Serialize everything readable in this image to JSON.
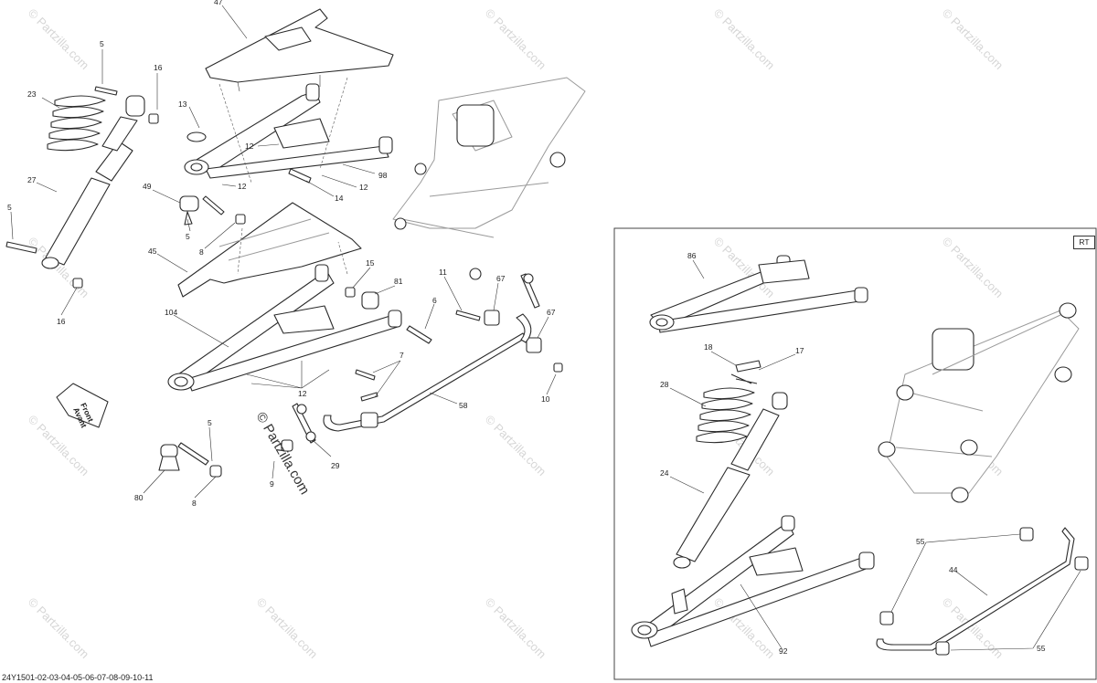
{
  "diagram": {
    "document_code": "24Y1501-02-03-04-05-06-07-08-09-10-11",
    "inset_tag": "RT",
    "front_arrow": {
      "line1": "Front",
      "line2": "Avant"
    },
    "watermark_text": "© Partzilla.com",
    "center_watermark": "© Partzilla.com",
    "callouts": {
      "c47": "47",
      "c5a": "5",
      "c16a": "16",
      "c23": "23",
      "c13": "13",
      "c12a": "12",
      "c98": "98",
      "c12b": "12",
      "c14": "14",
      "c12c": "12",
      "c27": "27",
      "c49": "49",
      "c5b": "5",
      "c8a": "8",
      "c45": "45",
      "c15": "15",
      "c81": "81",
      "c11": "11",
      "c67a": "67",
      "c67b": "67",
      "c6": "6",
      "c5c": "5",
      "c16b": "16",
      "c104": "104",
      "c12d": "12",
      "c7": "7",
      "c10": "10",
      "c58": "58",
      "c29": "29",
      "c9": "9",
      "c5d": "5",
      "c8b": "8",
      "c80": "80",
      "i86": "86",
      "i18": "18",
      "i17": "17",
      "i28": "28",
      "i24": "24",
      "i92": "92",
      "i55a": "55",
      "i44": "44",
      "i55b": "55"
    }
  },
  "colors": {
    "line": "#2b2b2b",
    "watermark": "#d6d6d6",
    "background": "#ffffff"
  }
}
